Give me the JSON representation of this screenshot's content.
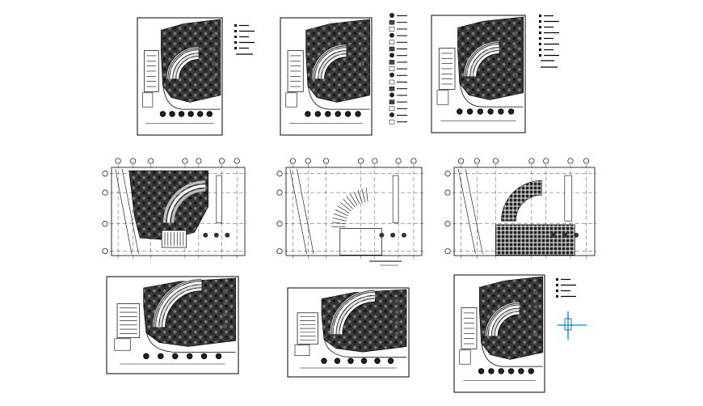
{
  "drawing": {
    "background": "#ffffff",
    "line_color": "#000000",
    "accent_color": "#00a8e0",
    "sheets": [
      {
        "id": "site-plan-1",
        "kind": "landscape-plan",
        "variant": "full-hatch"
      },
      {
        "id": "site-plan-2",
        "kind": "landscape-plan",
        "variant": "full-hatch"
      },
      {
        "id": "site-plan-3",
        "kind": "landscape-plan",
        "variant": "full-hatch"
      },
      {
        "id": "grid-plan-1",
        "kind": "gridded-plan",
        "variant": "hatched"
      },
      {
        "id": "grid-plan-2",
        "kind": "gridded-plan",
        "variant": "outline-stair"
      },
      {
        "id": "grid-plan-3",
        "kind": "gridded-plan",
        "variant": "paving"
      },
      {
        "id": "site-plan-4",
        "kind": "landscape-plan",
        "variant": "full-hatch"
      },
      {
        "id": "site-plan-5",
        "kind": "landscape-plan",
        "variant": "full-hatch"
      },
      {
        "id": "site-plan-6",
        "kind": "landscape-plan",
        "variant": "full-hatch"
      }
    ],
    "legend_panels": [
      {
        "id": "legend-a",
        "kind": "text-legend"
      },
      {
        "id": "legend-b",
        "kind": "symbol-legend"
      },
      {
        "id": "legend-c",
        "kind": "text-legend"
      },
      {
        "id": "legend-d",
        "kind": "text-legend-cyan"
      }
    ]
  }
}
